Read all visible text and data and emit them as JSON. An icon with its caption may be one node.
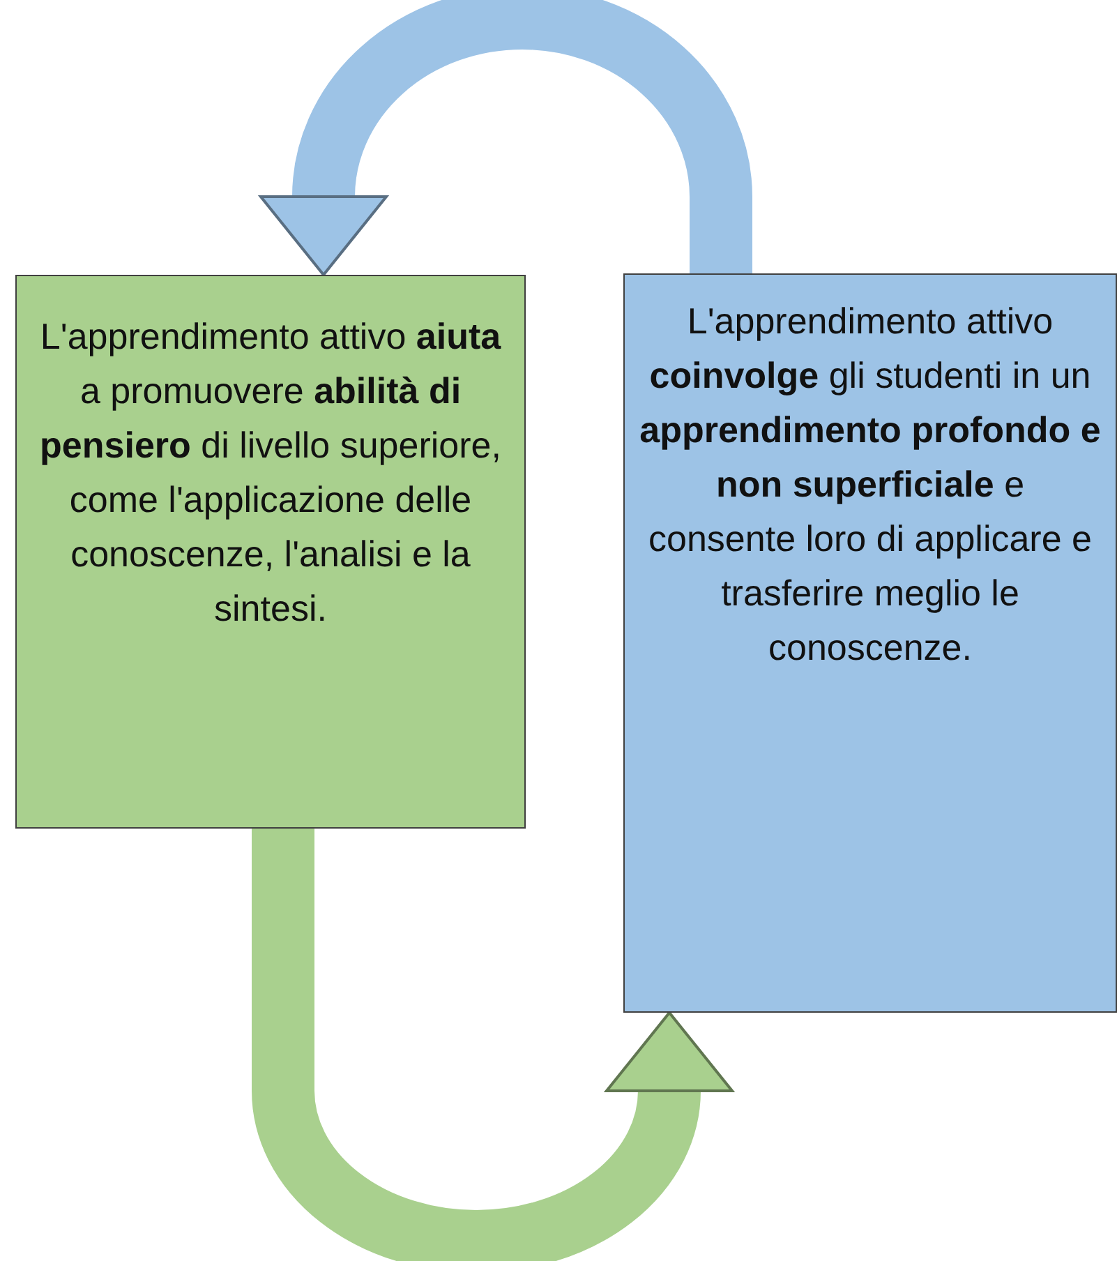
{
  "diagram": {
    "nodes": [
      {
        "text": [
          "L'apprendimento attivo **aiuta** a promuovere **abilità di pensiero** di livello superiore, come l'applicazione delle conoscenze, l'analisi e la sintesi."
        ]
      },
      {
        "text": [
          "L'apprendimento attivo **coinvolge** gli studenti in un **apprendimento profondo e non superficiale** e consente loro di applicare e trasferire meglio le conoscenze."
        ]
      }
    ],
    "edges": [
      {
        "from": 1,
        "to": 0,
        "arrow": "to",
        "color": "#9dc3e6"
      },
      {
        "from": 0,
        "to": 1,
        "arrow": "to",
        "color": "#a9d08e"
      }
    ]
  }
}
